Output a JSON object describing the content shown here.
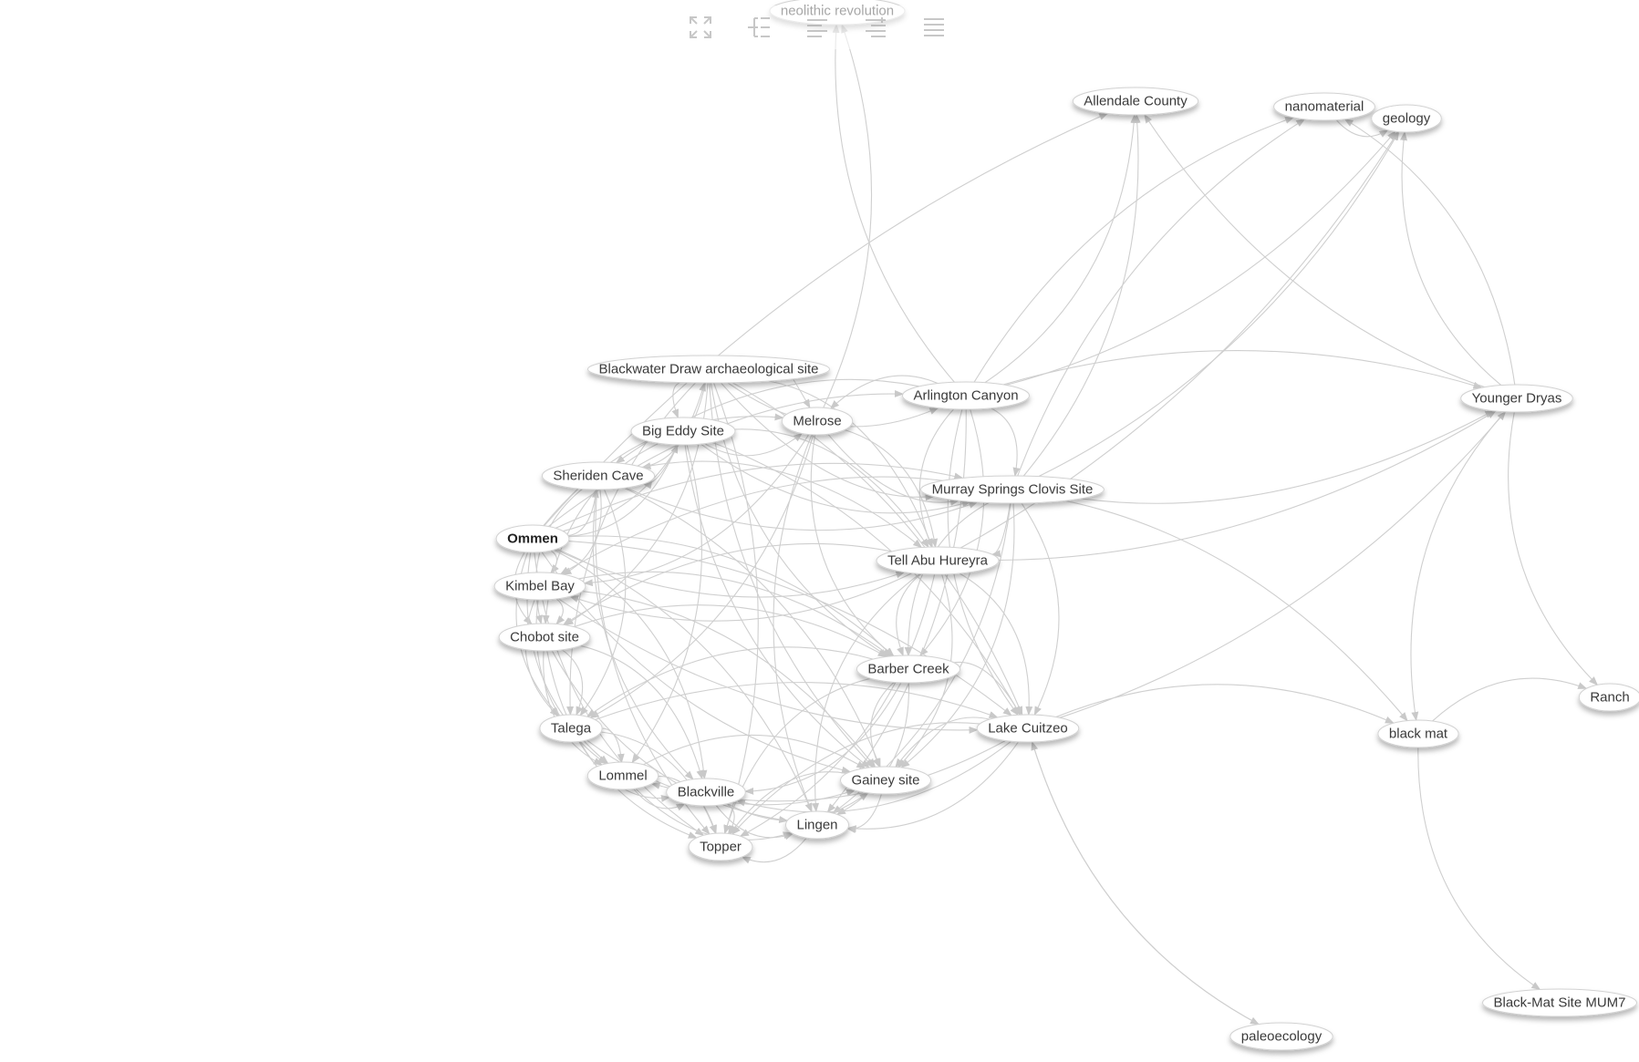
{
  "toolbar": {
    "buttons": [
      {
        "name": "fullscreen-button",
        "icon": "expand-arrows-icon"
      },
      {
        "name": "tree-layout-button",
        "icon": "tree-list-icon"
      },
      {
        "name": "align-left-button",
        "icon": "align-left-icon"
      },
      {
        "name": "align-right-button",
        "icon": "align-right-icon"
      },
      {
        "name": "menu-button",
        "icon": "hamburger-menu-icon"
      }
    ]
  },
  "graph": {
    "nodes": [
      {
        "id": "neolithic",
        "label": "neolithic revolution",
        "bold": false
      },
      {
        "id": "allendale",
        "label": "Allendale County",
        "bold": false
      },
      {
        "id": "nanomaterial",
        "label": "nanomaterial",
        "bold": false
      },
      {
        "id": "geology",
        "label": "geology",
        "bold": false
      },
      {
        "id": "blackwater",
        "label": "Blackwater Draw archaeological site",
        "bold": false
      },
      {
        "id": "arlington",
        "label": "Arlington Canyon",
        "bold": false
      },
      {
        "id": "younger",
        "label": "Younger Dryas",
        "bold": false
      },
      {
        "id": "bigeddy",
        "label": "Big Eddy Site",
        "bold": false
      },
      {
        "id": "melrose",
        "label": "Melrose",
        "bold": false
      },
      {
        "id": "sheriden",
        "label": "Sheriden Cave",
        "bold": false
      },
      {
        "id": "murray",
        "label": "Murray Springs Clovis Site",
        "bold": false
      },
      {
        "id": "ommen",
        "label": "Ommen",
        "bold": true
      },
      {
        "id": "tellabu",
        "label": "Tell Abu Hureyra",
        "bold": false
      },
      {
        "id": "kimbel",
        "label": "Kimbel Bay",
        "bold": false
      },
      {
        "id": "chobot",
        "label": "Chobot site",
        "bold": false
      },
      {
        "id": "barber",
        "label": "Barber Creek",
        "bold": false
      },
      {
        "id": "ranch",
        "label": "Ranch",
        "bold": false
      },
      {
        "id": "talega",
        "label": "Talega",
        "bold": false
      },
      {
        "id": "cuitzeo",
        "label": "Lake Cuitzeo",
        "bold": false
      },
      {
        "id": "blackmat",
        "label": "black mat",
        "bold": false
      },
      {
        "id": "lommel",
        "label": "Lommel",
        "bold": false
      },
      {
        "id": "blackville",
        "label": "Blackville",
        "bold": false
      },
      {
        "id": "gainey",
        "label": "Gainey site",
        "bold": false
      },
      {
        "id": "lingen",
        "label": "Lingen",
        "bold": false
      },
      {
        "id": "topper",
        "label": "Topper",
        "bold": false
      },
      {
        "id": "blackmatsite",
        "label": "Black-Mat Site MUM7",
        "bold": false
      },
      {
        "id": "paleoecology",
        "label": "paleoecology",
        "bold": false
      }
    ],
    "edges": [
      [
        "ommen",
        "blackwater"
      ],
      [
        "ommen",
        "arlington"
      ],
      [
        "ommen",
        "bigeddy"
      ],
      [
        "ommen",
        "melrose"
      ],
      [
        "ommen",
        "sheriden"
      ],
      [
        "ommen",
        "murray"
      ],
      [
        "ommen",
        "tellabu"
      ],
      [
        "ommen",
        "kimbel"
      ],
      [
        "ommen",
        "chobot"
      ],
      [
        "ommen",
        "barber"
      ],
      [
        "ommen",
        "talega"
      ],
      [
        "ommen",
        "cuitzeo"
      ],
      [
        "ommen",
        "lommel"
      ],
      [
        "ommen",
        "blackville"
      ],
      [
        "ommen",
        "gainey"
      ],
      [
        "ommen",
        "lingen"
      ],
      [
        "ommen",
        "topper"
      ],
      [
        "ommen",
        "allendale"
      ],
      [
        "blackwater",
        "arlington"
      ],
      [
        "blackwater",
        "melrose"
      ],
      [
        "blackwater",
        "bigeddy"
      ],
      [
        "blackwater",
        "sheriden"
      ],
      [
        "blackwater",
        "murray"
      ],
      [
        "blackwater",
        "tellabu"
      ],
      [
        "blackwater",
        "barber"
      ],
      [
        "blackwater",
        "cuitzeo"
      ],
      [
        "blackwater",
        "gainey"
      ],
      [
        "blackwater",
        "topper"
      ],
      [
        "blackwater",
        "talega"
      ],
      [
        "blackwater",
        "chobot"
      ],
      [
        "arlington",
        "melrose"
      ],
      [
        "arlington",
        "murray"
      ],
      [
        "arlington",
        "tellabu"
      ],
      [
        "arlington",
        "barber"
      ],
      [
        "arlington",
        "cuitzeo"
      ],
      [
        "arlington",
        "younger"
      ],
      [
        "arlington",
        "allendale"
      ],
      [
        "arlington",
        "nanomaterial"
      ],
      [
        "arlington",
        "geology"
      ],
      [
        "arlington",
        "neolithic"
      ],
      [
        "arlington",
        "sheriden"
      ],
      [
        "arlington",
        "lingen"
      ],
      [
        "bigeddy",
        "melrose"
      ],
      [
        "bigeddy",
        "sheriden"
      ],
      [
        "bigeddy",
        "murray"
      ],
      [
        "bigeddy",
        "tellabu"
      ],
      [
        "bigeddy",
        "chobot"
      ],
      [
        "bigeddy",
        "lommel"
      ],
      [
        "bigeddy",
        "gainey"
      ],
      [
        "bigeddy",
        "cuitzeo"
      ],
      [
        "melrose",
        "murray"
      ],
      [
        "melrose",
        "tellabu"
      ],
      [
        "melrose",
        "barber"
      ],
      [
        "melrose",
        "talega"
      ],
      [
        "melrose",
        "lingen"
      ],
      [
        "melrose",
        "kimbel"
      ],
      [
        "melrose",
        "neolithic"
      ],
      [
        "sheriden",
        "kimbel"
      ],
      [
        "sheriden",
        "chobot"
      ],
      [
        "sheriden",
        "talega"
      ],
      [
        "sheriden",
        "murray"
      ],
      [
        "sheriden",
        "tellabu"
      ],
      [
        "sheriden",
        "blackville"
      ],
      [
        "sheriden",
        "gainey"
      ],
      [
        "sheriden",
        "topper"
      ],
      [
        "murray",
        "tellabu"
      ],
      [
        "murray",
        "barber"
      ],
      [
        "murray",
        "cuitzeo"
      ],
      [
        "murray",
        "younger"
      ],
      [
        "murray",
        "blackmat"
      ],
      [
        "murray",
        "geology"
      ],
      [
        "murray",
        "nanomaterial"
      ],
      [
        "murray",
        "allendale"
      ],
      [
        "murray",
        "gainey"
      ],
      [
        "murray",
        "kimbel"
      ],
      [
        "murray",
        "lingen"
      ],
      [
        "tellabu",
        "barber"
      ],
      [
        "tellabu",
        "cuitzeo"
      ],
      [
        "tellabu",
        "younger"
      ],
      [
        "tellabu",
        "kimbel"
      ],
      [
        "tellabu",
        "chobot"
      ],
      [
        "tellabu",
        "gainey"
      ],
      [
        "tellabu",
        "lingen"
      ],
      [
        "tellabu",
        "topper"
      ],
      [
        "tellabu",
        "geology"
      ],
      [
        "kimbel",
        "chobot"
      ],
      [
        "kimbel",
        "talega"
      ],
      [
        "kimbel",
        "barber"
      ],
      [
        "kimbel",
        "lommel"
      ],
      [
        "kimbel",
        "gainey"
      ],
      [
        "kimbel",
        "cuitzeo"
      ],
      [
        "chobot",
        "talega"
      ],
      [
        "chobot",
        "lommel"
      ],
      [
        "chobot",
        "blackville"
      ],
      [
        "chobot",
        "topper"
      ],
      [
        "chobot",
        "barber"
      ],
      [
        "chobot",
        "lingen"
      ],
      [
        "barber",
        "cuitzeo"
      ],
      [
        "barber",
        "gainey"
      ],
      [
        "barber",
        "lingen"
      ],
      [
        "barber",
        "talega"
      ],
      [
        "barber",
        "blackville"
      ],
      [
        "barber",
        "topper"
      ],
      [
        "talega",
        "lommel"
      ],
      [
        "talega",
        "blackville"
      ],
      [
        "talega",
        "topper"
      ],
      [
        "talega",
        "gainey"
      ],
      [
        "talega",
        "cuitzeo"
      ],
      [
        "cuitzeo",
        "gainey"
      ],
      [
        "cuitzeo",
        "lingen"
      ],
      [
        "cuitzeo",
        "younger"
      ],
      [
        "cuitzeo",
        "blackmat"
      ],
      [
        "cuitzeo",
        "paleoecology"
      ],
      [
        "cuitzeo",
        "lommel"
      ],
      [
        "cuitzeo",
        "topper"
      ],
      [
        "cuitzeo",
        "blackville"
      ],
      [
        "lommel",
        "blackville"
      ],
      [
        "lommel",
        "topper"
      ],
      [
        "lommel",
        "lingen"
      ],
      [
        "lommel",
        "gainey"
      ],
      [
        "blackville",
        "lingen"
      ],
      [
        "blackville",
        "topper"
      ],
      [
        "blackville",
        "gainey"
      ],
      [
        "gainey",
        "lingen"
      ],
      [
        "gainey",
        "topper"
      ],
      [
        "lingen",
        "topper"
      ],
      [
        "younger",
        "blackmat"
      ],
      [
        "younger",
        "geology"
      ],
      [
        "younger",
        "nanomaterial"
      ],
      [
        "younger",
        "allendale"
      ],
      [
        "younger",
        "ranch"
      ],
      [
        "blackmat",
        "ranch"
      ],
      [
        "blackmat",
        "blackmatsite"
      ],
      [
        "paleoecology",
        "cuitzeo"
      ],
      [
        "nanomaterial",
        "geology"
      ]
    ]
  }
}
